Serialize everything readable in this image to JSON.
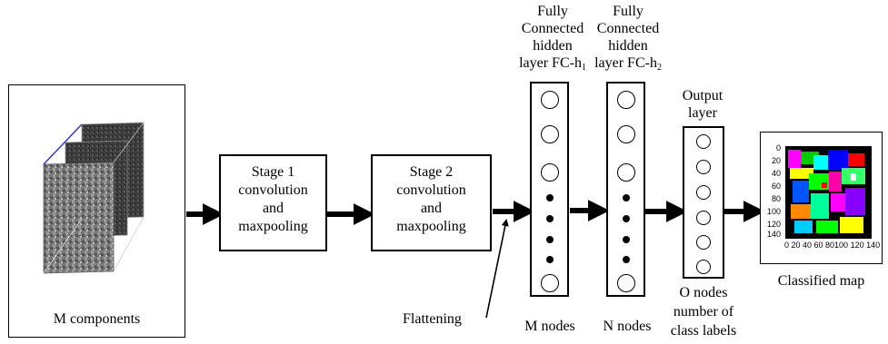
{
  "input": {
    "caption": "M components"
  },
  "stage1": {
    "lines": [
      "Stage 1",
      "convolution",
      "and",
      "maxpooling"
    ]
  },
  "stage2": {
    "lines": [
      "Stage 2",
      "convolution",
      "and",
      "maxpooling"
    ]
  },
  "flattening": {
    "label": "Flattening"
  },
  "fc1": {
    "title_lines": [
      "Fully",
      "Connected",
      "hidden"
    ],
    "title_last_prefix": "layer FC-h",
    "title_last_sub": "1",
    "caption": "M nodes"
  },
  "fc2": {
    "title_lines": [
      "Fully",
      "Connected",
      "hidden"
    ],
    "title_last_prefix": "layer FC-h",
    "title_last_sub": "2",
    "caption": "N nodes"
  },
  "output": {
    "title_lines": [
      "Output",
      "layer"
    ],
    "caption_lines": [
      "O nodes",
      "number of",
      "class labels"
    ]
  },
  "classified_map": {
    "caption": "Classified map",
    "y_ticks": [
      "0",
      "20",
      "40",
      "60",
      "80",
      "100",
      "120",
      "140"
    ],
    "x_ticks": "0 20 40 60 80100 120 140"
  }
}
